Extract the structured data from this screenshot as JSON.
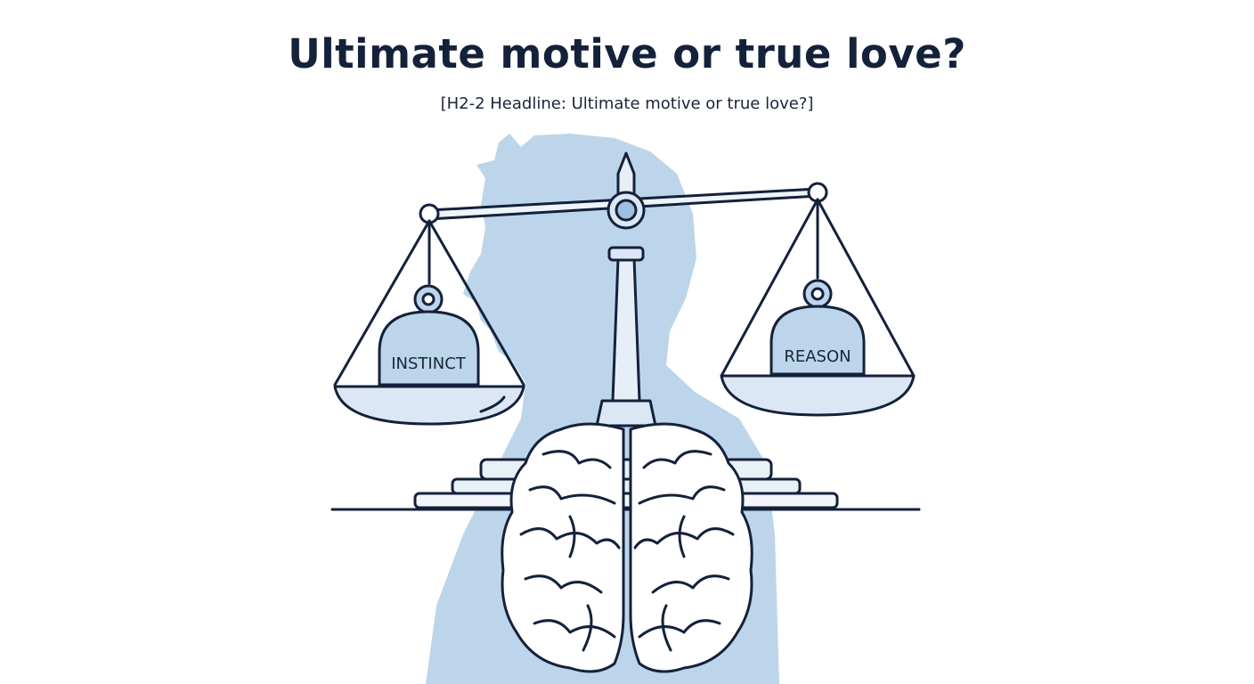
{
  "headline": {
    "title": "Ultimate motive or true love?",
    "subtitle": "[H2-2 Headline: Ultimate motive or true love?]"
  },
  "illustration": {
    "left_weight_label": "INSTINCT",
    "right_weight_label": "REASON",
    "colors": {
      "silhouette": "#bcd5ea",
      "outline": "#14213a",
      "metal": "#dbe7f4",
      "metal_shade": "#9ebfe0"
    }
  }
}
